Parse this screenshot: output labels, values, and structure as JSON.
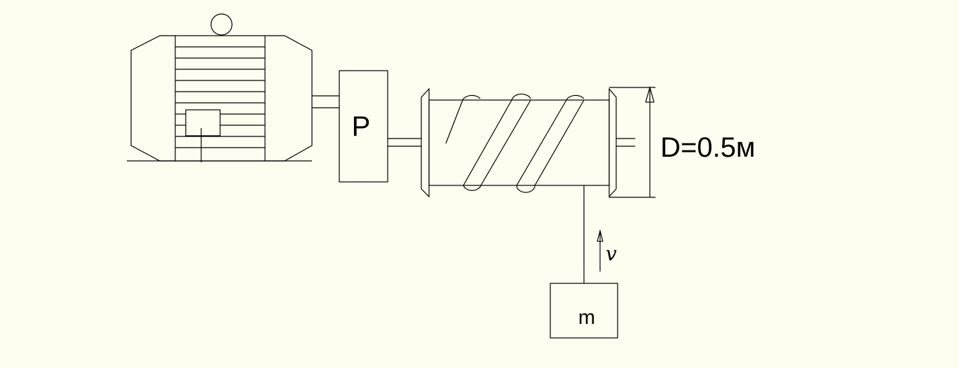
{
  "diagram": {
    "reducer_label": "P",
    "diameter_label": "D=0.5м",
    "velocity_label": "v",
    "mass_label": "m"
  },
  "colors": {
    "background": "#fffdf0",
    "line": "#000000"
  }
}
